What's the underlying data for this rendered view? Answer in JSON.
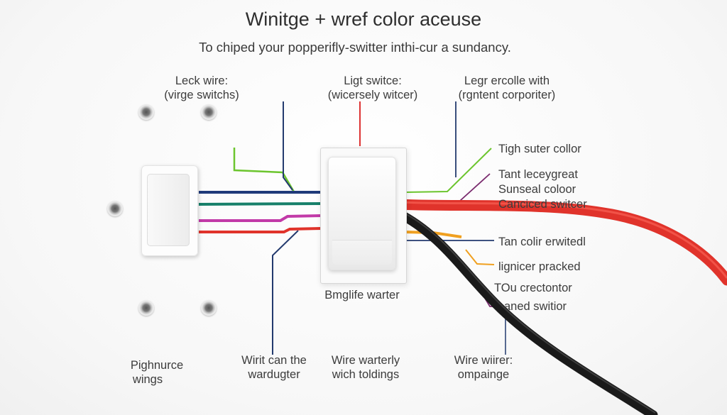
{
  "title": "Winitge + wref color aceuse",
  "subtitle": "To chiped your popperifly-switter inthi-cur a sundancy.",
  "labels": {
    "left_top_1": "Leck wire:",
    "left_top_2": "(virge switchs)",
    "mid_top_1": "Ligt switce:",
    "mid_top_2": "(wicersely witcer)",
    "right_top_1": "Legr ercolle with",
    "right_top_2": "(rgntent corporiter)",
    "right_1": "Tigh suter collor",
    "right_2": "Tant leceygreat",
    "right_3": "Sunseal coloor",
    "right_4": "Canciced switcer",
    "right_5": "Tan colir erwitedl",
    "right_6": "lignicer pracked",
    "right_7": "TOu crectontor",
    "right_8": "aned switior",
    "switch_caption": "Bmglife warter",
    "bottom_1a": "Pighnurce",
    "bottom_1b": "wings",
    "bottom_2a": "Wirit can the",
    "bottom_2b": "wardugter",
    "bottom_3a": "Wire warterly",
    "bottom_3b": "wich toldings",
    "bottom_4a": "Wire wiirer:",
    "bottom_4b": "ompainge"
  },
  "colors": {
    "blue_wire": "#1f3a7a",
    "green_wire": "#17806a",
    "magenta_wire": "#c23aa8",
    "red_wire": "#e0332b",
    "black_wire": "#1a1a1a",
    "orange_wire": "#f0a020",
    "lime_leader": "#6cc52e",
    "navy_leader": "#233a6e",
    "purple_leader": "#7a2b6e"
  }
}
